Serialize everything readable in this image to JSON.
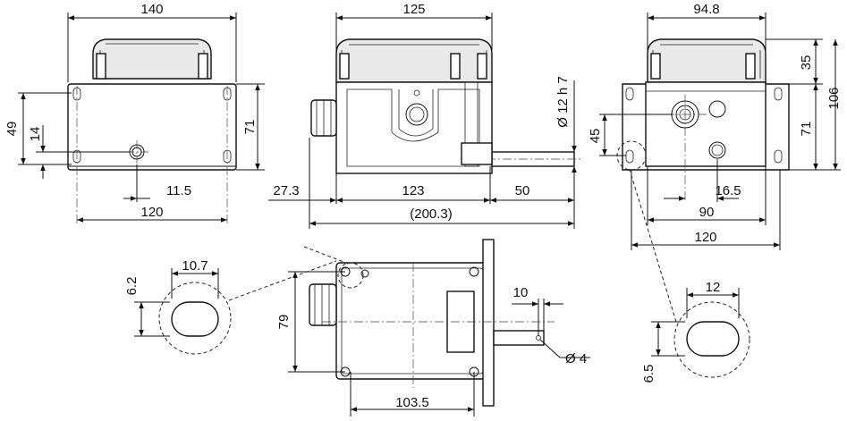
{
  "views": {
    "front": {
      "overall_width": "140",
      "height_49": "49",
      "height_14": "14",
      "height_71": "71",
      "offset_11_5": "11.5",
      "mount_120": "120"
    },
    "side": {
      "width_125": "125",
      "left_27_3": "27.3",
      "middle_123": "123",
      "shaft_50": "50",
      "total_200_3": "(200.3)",
      "shaft_dia": "Ø 12 h 7"
    },
    "right": {
      "width_94_8": "94.8",
      "height_35": "35",
      "height_106": "106",
      "height_71": "71",
      "height_45": "45",
      "offset_16_5": "16.5",
      "width_90": "90",
      "width_120": "120"
    },
    "top": {
      "height_79": "79",
      "width_103_5": "103.5",
      "shaft_10": "10",
      "hole_dia": "Ø 4"
    },
    "detail_left": {
      "width": "10.7",
      "height": "6.2"
    },
    "detail_right": {
      "width": "12",
      "height": "6.5"
    }
  }
}
